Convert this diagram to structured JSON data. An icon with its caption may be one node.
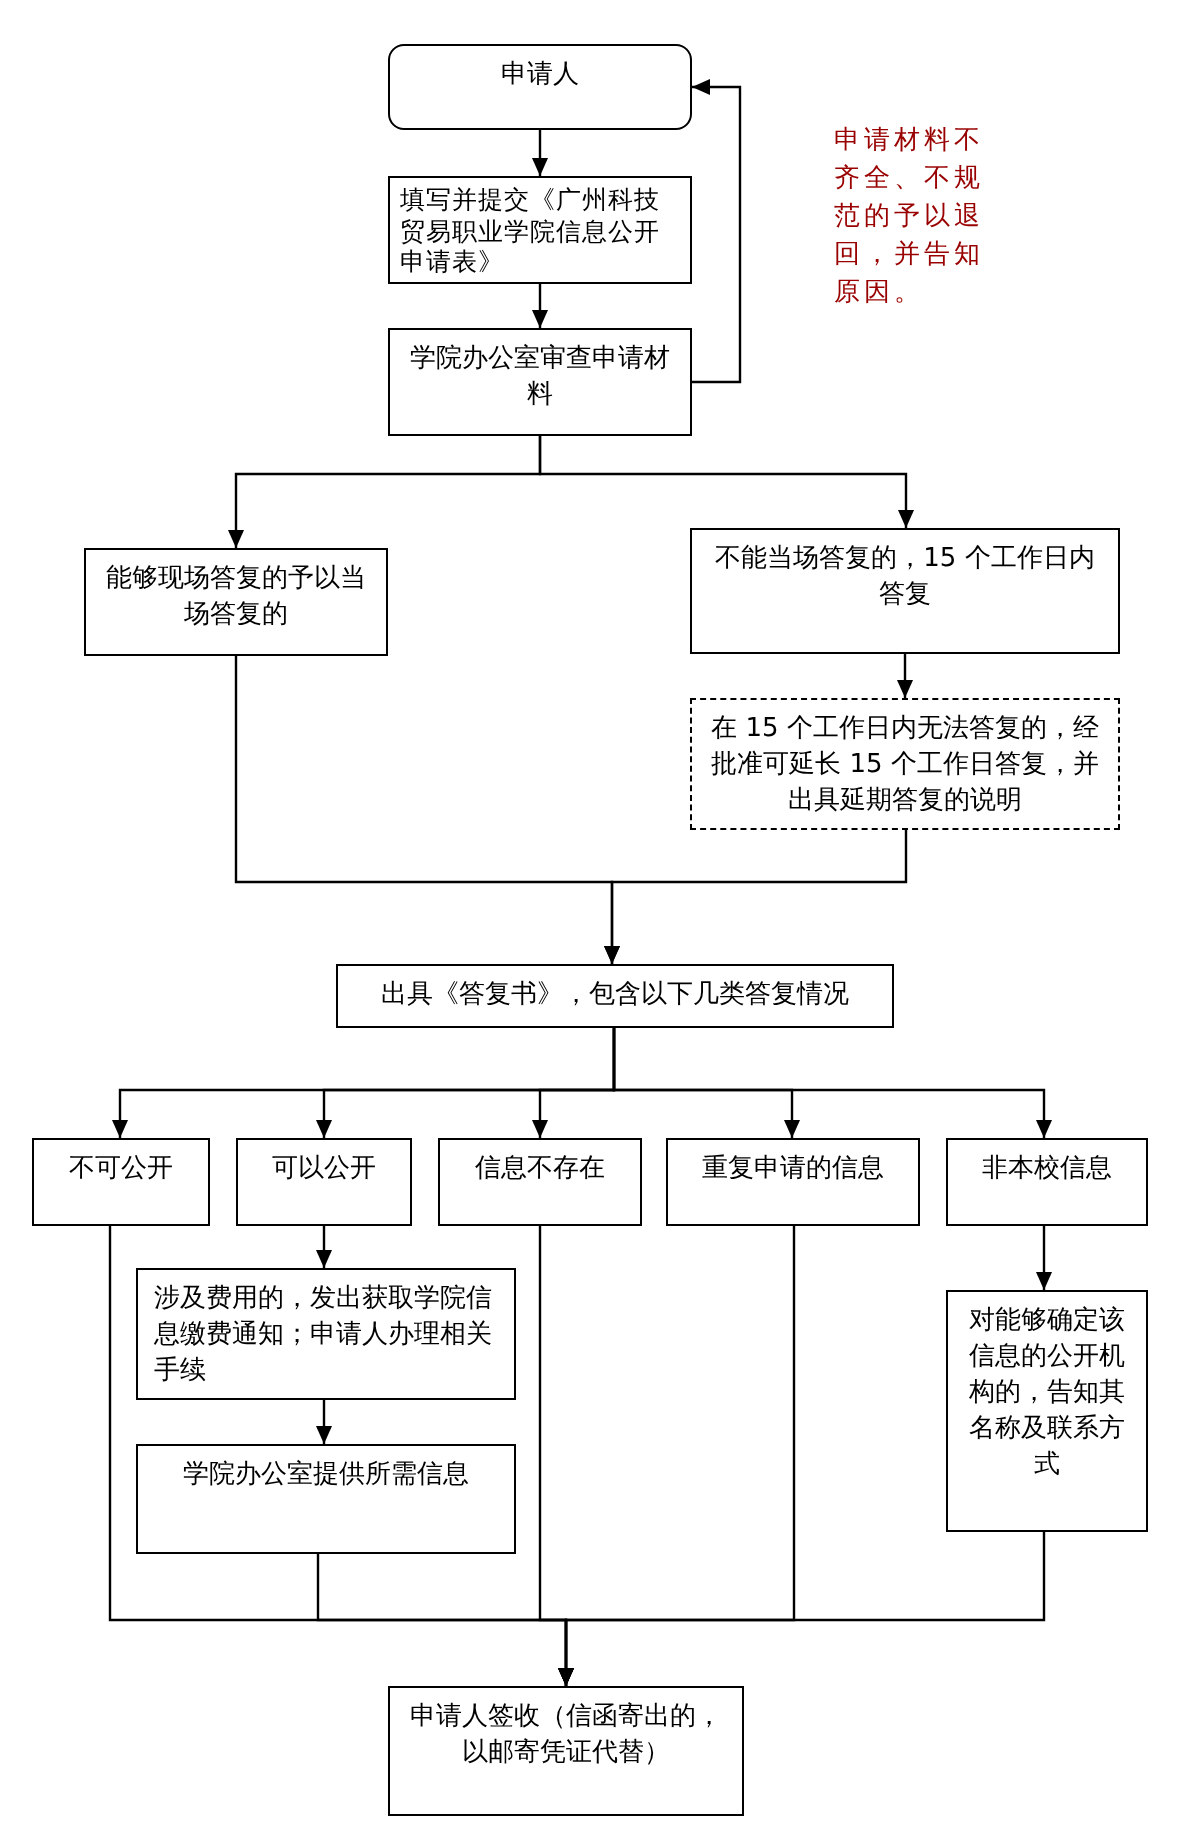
{
  "diagram": {
    "nodes": [
      {
        "text": [
          "申请人"
        ]
      },
      {
        "text": [
          "填写并提交《广州科技贸易职业学院信息公开申请表》"
        ]
      },
      {
        "text": [
          "学院办公室审查申请材料"
        ]
      },
      {
        "text": [
          "能够现场答复的予以当场答复的"
        ]
      },
      {
        "text": [
          "不能当场答复的，15 个工作日内答复"
        ]
      },
      {
        "text": [
          "在 15 个工作日内无法答复的，经批准可延长 15 个工作日答复，并出具延期答复的说明"
        ]
      },
      {
        "text": [
          "出具《答复书》，包含以下几类答复情况"
        ]
      },
      {
        "text": [
          "不可公开"
        ]
      },
      {
        "text": [
          "可以公开"
        ]
      },
      {
        "text": [
          "信息不存在"
        ]
      },
      {
        "text": [
          "重复申请的信息"
        ]
      },
      {
        "text": [
          "非本校信息"
        ]
      },
      {
        "text": [
          "涉及费用的，发出获取学院信息缴费通知；申请人办理相关手续"
        ]
      },
      {
        "text": [
          "学院办公室提供所需信息"
        ]
      },
      {
        "text": [
          "对能够确定该信息的公开机构的，告知其名称及联系方式"
        ]
      },
      {
        "text": [
          "申请人签收（信函寄出的，以邮寄凭证代替）"
        ]
      }
    ],
    "edges": [
      {
        "from": 0,
        "to": 1,
        "arrow": "to"
      },
      {
        "from": 1,
        "to": 2,
        "arrow": "to"
      },
      {
        "from": 2,
        "to": 0,
        "arrow": "to",
        "label": "申请材料不齐全、不规范的予以退回，并告知原因。"
      },
      {
        "from": 2,
        "to": 3,
        "arrow": "to"
      },
      {
        "from": 2,
        "to": 4,
        "arrow": "to"
      },
      {
        "from": 4,
        "to": 5,
        "arrow": "to"
      },
      {
        "from": 3,
        "to": 6,
        "arrow": "to"
      },
      {
        "from": 5,
        "to": 6,
        "arrow": "to"
      },
      {
        "from": 6,
        "to": 7,
        "arrow": "to"
      },
      {
        "from": 6,
        "to": 8,
        "arrow": "to"
      },
      {
        "from": 6,
        "to": 9,
        "arrow": "to"
      },
      {
        "from": 6,
        "to": 10,
        "arrow": "to"
      },
      {
        "from": 6,
        "to": 11,
        "arrow": "to"
      },
      {
        "from": 8,
        "to": 12,
        "arrow": "to"
      },
      {
        "from": 12,
        "to": 13,
        "arrow": "to"
      },
      {
        "from": 11,
        "to": 14,
        "arrow": "to"
      },
      {
        "from": 7,
        "to": 15,
        "arrow": "to"
      },
      {
        "from": 13,
        "to": 15,
        "arrow": "to"
      },
      {
        "from": 9,
        "to": 15,
        "arrow": "to"
      },
      {
        "from": 10,
        "to": 15,
        "arrow": "to"
      },
      {
        "from": 14,
        "to": 15,
        "arrow": "to"
      }
    ]
  }
}
